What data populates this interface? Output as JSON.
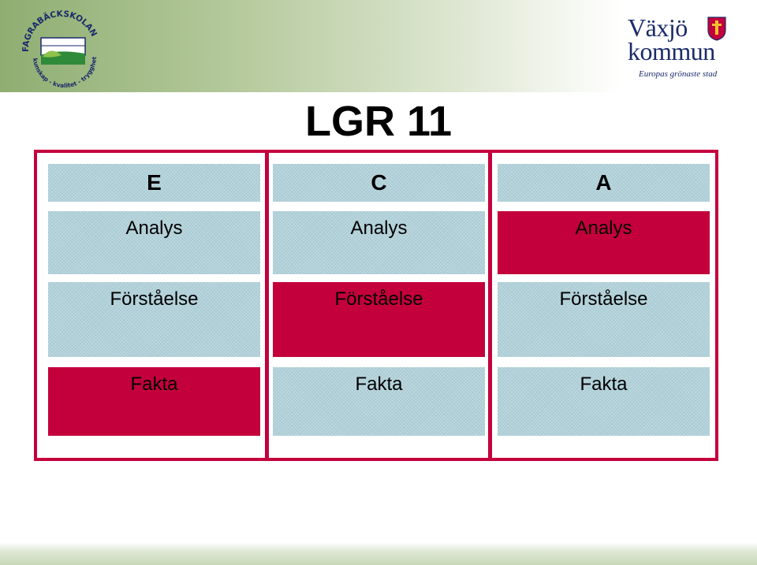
{
  "header": {
    "school_logo": {
      "text": "FAGRABÄCKSKOLAN",
      "motto": "kunskap - kvalitet - trygghet"
    },
    "municipality_logo": {
      "line1": "Växjö",
      "line2": "kommun",
      "tagline": "Europas grönaste stad"
    }
  },
  "title": "LGR 11",
  "colors": {
    "accent_red": "#c4003c",
    "cell_blue": "#a9cbd4",
    "navy": "#1a2a6a"
  },
  "columns": [
    {
      "grade": "E",
      "rows": [
        {
          "label": "Analys",
          "highlighted": false
        },
        {
          "label": "Förståelse",
          "highlighted": false
        },
        {
          "label": "Fakta",
          "highlighted": true
        }
      ]
    },
    {
      "grade": "C",
      "rows": [
        {
          "label": "Analys",
          "highlighted": false
        },
        {
          "label": "Förståelse",
          "highlighted": true
        },
        {
          "label": "Fakta",
          "highlighted": false
        }
      ]
    },
    {
      "grade": "A",
      "rows": [
        {
          "label": "Analys",
          "highlighted": true
        },
        {
          "label": "Förståelse",
          "highlighted": false
        },
        {
          "label": "Fakta",
          "highlighted": false
        }
      ]
    }
  ]
}
